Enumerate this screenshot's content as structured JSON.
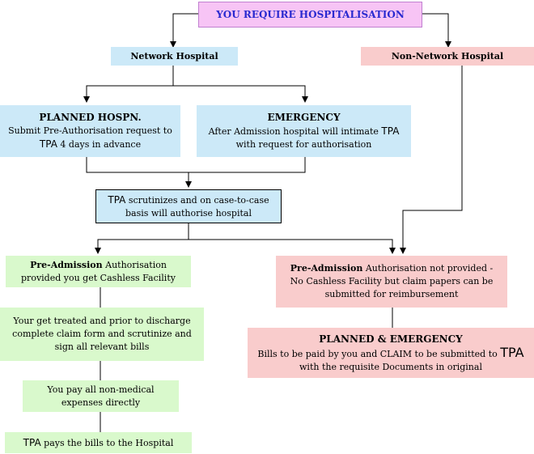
{
  "top": {
    "title": "YOU REQUIRE HOSPITALISATION"
  },
  "network": {
    "label": "Network Hospital"
  },
  "non_network": {
    "label": "Non-Network Hospital"
  },
  "planned": {
    "title": "PLANNED HOSPN.",
    "line1": "Submit Pre-Authorisation request to",
    "tpa": "TPA",
    "line2": "4 days in advance"
  },
  "emergency": {
    "title": "EMERGENCY",
    "line1a": "After Admission hospital will intimate",
    "tpa": "TPA",
    "line2": "with request for authorisation"
  },
  "scrutiny": {
    "tpa": "TPA",
    "line1": "scrutinizes and on case-to-case",
    "line2": "basis will authorise hospital"
  },
  "preadm_yes": {
    "bold": "Pre-Admission",
    "line1": "Authorisation",
    "line2": "provided you get Cashless Facility"
  },
  "treated": {
    "line1": "Your get treated and prior to discharge",
    "line2": "complete claim form and scrutinize and",
    "line3": "sign all relevant bills"
  },
  "pay": {
    "line1": "You pay all non-medical",
    "line2": "expenses directly"
  },
  "tpa_pays": {
    "tpa": "TPA",
    "text": "pays the bills to the Hospital"
  },
  "preadm_no": {
    "bold": "Pre-Admission",
    "line1": "Authorisation not provided -",
    "line2": "No Cashless Facility but claim papers can be",
    "line3": "submitted for reimbursement"
  },
  "planned_emergency": {
    "title": "PLANNED & EMERGENCY",
    "line1": "Bills to be paid by you and CLAIM to be submitted to",
    "tpa": "TPA",
    "line2": "with the requisite Documents in original"
  },
  "colors": {
    "pink": "#f9cccc",
    "blue": "#cce9f8",
    "green": "#d9f9cc",
    "title_box": "#f7c4f5",
    "title_text": "#2a2ad0"
  }
}
